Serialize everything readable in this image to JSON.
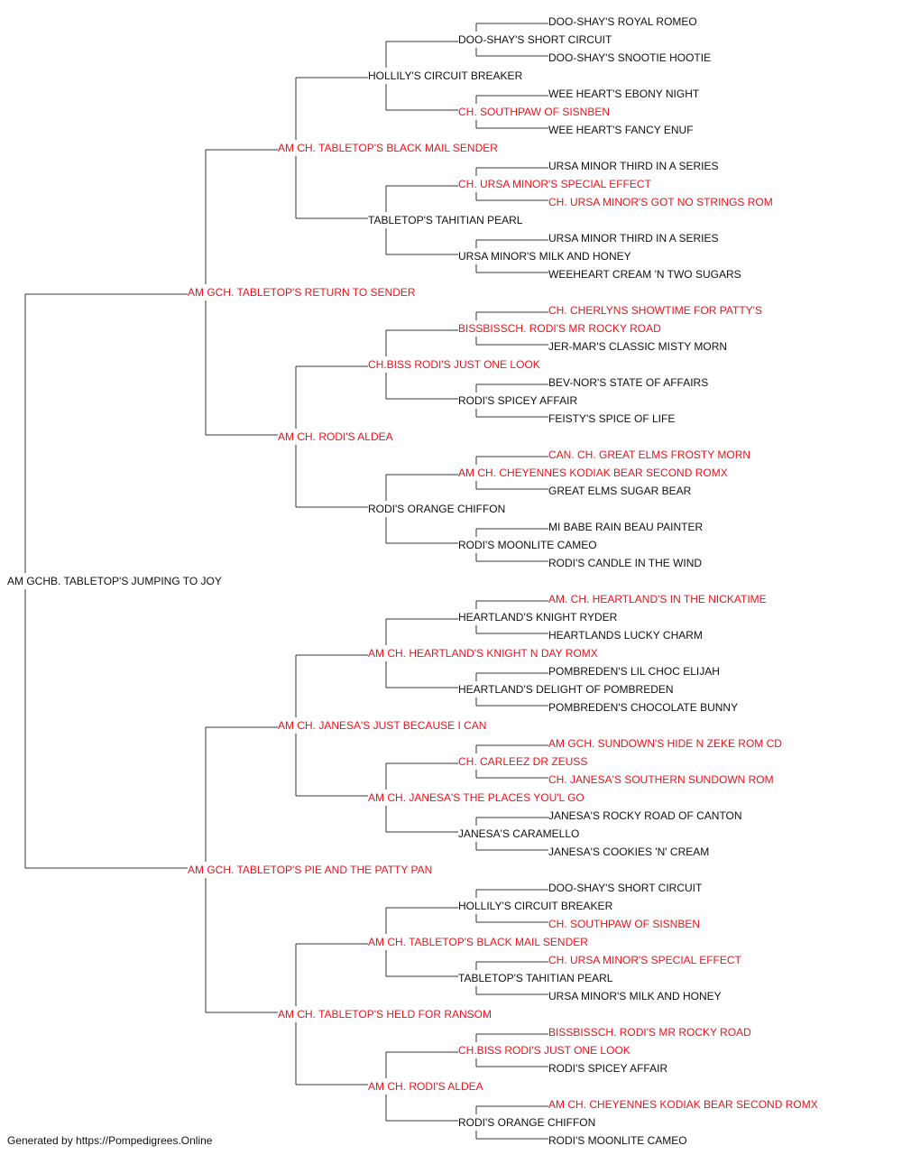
{
  "colors": {
    "titled": "#e8141b",
    "plain": "#111111",
    "line": "#333333"
  },
  "dog": {
    "name": "AM GCHB. TABLETOP'S JUMPING TO JOY",
    "titled": false
  },
  "sire": {
    "name": "AM GCH. TABLETOP'S RETURN TO SENDER",
    "titled": true,
    "sire": {
      "name": "AM CH. TABLETOP'S BLACK MAIL SENDER",
      "titled": true,
      "sire": {
        "name": "HOLLILY'S CIRCUIT BREAKER",
        "titled": false,
        "sire": {
          "name": "DOO-SHAY'S SHORT CIRCUIT",
          "titled": false,
          "sire": {
            "name": "DOO-SHAY'S ROYAL ROMEO",
            "titled": false
          },
          "dam": {
            "name": "DOO-SHAY'S SNOOTIE HOOTIE",
            "titled": false
          }
        },
        "dam": {
          "name": "CH. SOUTHPAW OF SISNBEN",
          "titled": true,
          "sire": {
            "name": "WEE HEART'S EBONY NIGHT",
            "titled": false
          },
          "dam": {
            "name": "WEE HEART'S FANCY ENUF",
            "titled": false
          }
        }
      },
      "dam": {
        "name": "TABLETOP'S TAHITIAN PEARL",
        "titled": false,
        "sire": {
          "name": "CH. URSA MINOR'S SPECIAL EFFECT",
          "titled": true,
          "sire": {
            "name": "URSA MINOR THIRD IN A SERIES",
            "titled": false
          },
          "dam": {
            "name": "CH. URSA MINOR'S GOT NO STRINGS ROM",
            "titled": true
          }
        },
        "dam": {
          "name": "URSA MINOR'S MILK AND HONEY",
          "titled": false,
          "sire": {
            "name": "URSA MINOR THIRD IN A SERIES",
            "titled": false
          },
          "dam": {
            "name": "WEEHEART CREAM 'N TWO SUGARS",
            "titled": false
          }
        }
      }
    },
    "dam": {
      "name": "AM CH. RODI'S ALDEA",
      "titled": true,
      "sire": {
        "name": "CH.BISS RODI'S JUST ONE LOOK",
        "titled": true,
        "sire": {
          "name": "BISSBISSCH. RODI'S MR ROCKY ROAD",
          "titled": true,
          "sire": {
            "name": "CH. CHERLYNS SHOWTIME FOR PATTY'S",
            "titled": true
          },
          "dam": {
            "name": "JER-MAR'S CLASSIC MISTY MORN",
            "titled": false
          }
        },
        "dam": {
          "name": "RODI'S SPICEY AFFAIR",
          "titled": false,
          "sire": {
            "name": "BEV-NOR'S STATE OF AFFAIRS",
            "titled": false
          },
          "dam": {
            "name": "FEISTY'S SPICE OF LIFE",
            "titled": false
          }
        }
      },
      "dam": {
        "name": "RODI'S ORANGE CHIFFON",
        "titled": false,
        "sire": {
          "name": "AM CH. CHEYENNES KODIAK BEAR SECOND ROMX",
          "titled": true,
          "sire": {
            "name": "CAN. CH. GREAT ELMS FROSTY MORN",
            "titled": true
          },
          "dam": {
            "name": "GREAT ELMS SUGAR BEAR",
            "titled": false
          }
        },
        "dam": {
          "name": "RODI'S MOONLITE CAMEO",
          "titled": false,
          "sire": {
            "name": "MI BABE RAIN BEAU PAINTER",
            "titled": false
          },
          "dam": {
            "name": "RODI'S CANDLE IN THE WIND",
            "titled": false
          }
        }
      }
    }
  },
  "dam": {
    "name": "AM GCH. TABLETOP'S PIE AND THE PATTY PAN",
    "titled": true,
    "sire": {
      "name": "AM CH. JANESA'S JUST BECAUSE I CAN",
      "titled": true,
      "sire": {
        "name": "AM CH. HEARTLAND'S KNIGHT N DAY ROMX",
        "titled": true,
        "sire": {
          "name": "HEARTLAND'S KNIGHT RYDER",
          "titled": false,
          "sire": {
            "name": "AM. CH. HEARTLAND'S IN THE NICKATIME",
            "titled": true
          },
          "dam": {
            "name": "HEARTLANDS LUCKY CHARM",
            "titled": false
          }
        },
        "dam": {
          "name": "HEARTLAND'S DELIGHT OF POMBREDEN",
          "titled": false,
          "sire": {
            "name": "POMBREDEN'S LIL CHOC ELIJAH",
            "titled": false
          },
          "dam": {
            "name": "POMBREDEN'S CHOCOLATE BUNNY",
            "titled": false
          }
        }
      },
      "dam": {
        "name": "AM CH. JANESA'S THE PLACES YOU'L GO",
        "titled": true,
        "sire": {
          "name": "CH. CARLEEZ DR ZEUSS",
          "titled": true,
          "sire": {
            "name": "AM GCH. SUNDOWN'S HIDE N ZEKE ROM CD",
            "titled": true
          },
          "dam": {
            "name": "CH. JANESA'S SOUTHERN SUNDOWN ROM",
            "titled": true
          }
        },
        "dam": {
          "name": "JANESA'S CARAMELLO",
          "titled": false,
          "sire": {
            "name": "JANESA'S ROCKY ROAD OF CANTON",
            "titled": false
          },
          "dam": {
            "name": "JANESA'S COOKIES 'N' CREAM",
            "titled": false
          }
        }
      }
    },
    "dam": {
      "name": "AM CH. TABLETOP'S HELD FOR RANSOM",
      "titled": true,
      "sire": {
        "name": "AM CH. TABLETOP'S BLACK MAIL SENDER",
        "titled": true,
        "sire": {
          "name": "HOLLILY'S CIRCUIT BREAKER",
          "titled": false,
          "sire": {
            "name": "DOO-SHAY'S SHORT CIRCUIT",
            "titled": false
          },
          "dam": {
            "name": "CH. SOUTHPAW OF SISNBEN",
            "titled": true
          }
        },
        "dam": {
          "name": "TABLETOP'S TAHITIAN PEARL",
          "titled": false,
          "sire": {
            "name": "CH. URSA MINOR'S SPECIAL EFFECT",
            "titled": true
          },
          "dam": {
            "name": "URSA MINOR'S MILK AND HONEY",
            "titled": false
          }
        }
      },
      "dam": {
        "name": "AM CH. RODI'S ALDEA",
        "titled": true,
        "sire": {
          "name": "CH.BISS RODI'S JUST ONE LOOK",
          "titled": true,
          "sire": {
            "name": "BISSBISSCH. RODI'S MR ROCKY ROAD",
            "titled": true
          },
          "dam": {
            "name": "RODI'S SPICEY AFFAIR",
            "titled": false
          }
        },
        "dam": {
          "name": "RODI'S ORANGE CHIFFON",
          "titled": false,
          "sire": {
            "name": "AM CH. CHEYENNES KODIAK BEAR SECOND ROMX",
            "titled": true
          },
          "dam": {
            "name": "RODI'S MOONLITE CAMEO",
            "titled": false
          }
        }
      }
    }
  },
  "footer": "Generated by https://Pompedigrees.Online"
}
